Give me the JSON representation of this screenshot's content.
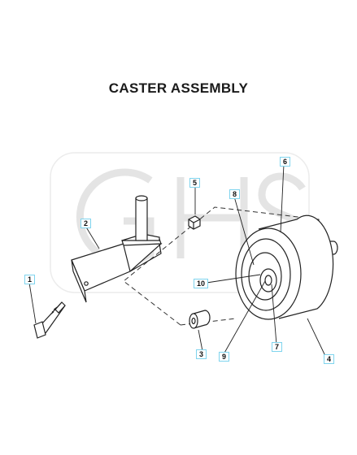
{
  "diagram": {
    "title": "CASTER ASSEMBLY",
    "watermark": "GHS",
    "colors": {
      "callout_border": "#7fd4ee",
      "line": "#222222",
      "watermark": "#e2e2e2"
    },
    "callouts": [
      {
        "id": "1",
        "part": "bolt"
      },
      {
        "id": "2",
        "part": "caster-fork"
      },
      {
        "id": "3",
        "part": "spacer-left"
      },
      {
        "id": "4",
        "part": "tire"
      },
      {
        "id": "5",
        "part": "nut"
      },
      {
        "id": "6",
        "part": "wheel-assembly"
      },
      {
        "id": "7",
        "part": "hub"
      },
      {
        "id": "8",
        "part": "rim"
      },
      {
        "id": "9",
        "part": "bearing"
      },
      {
        "id": "10",
        "part": "grease-fitting"
      }
    ]
  }
}
